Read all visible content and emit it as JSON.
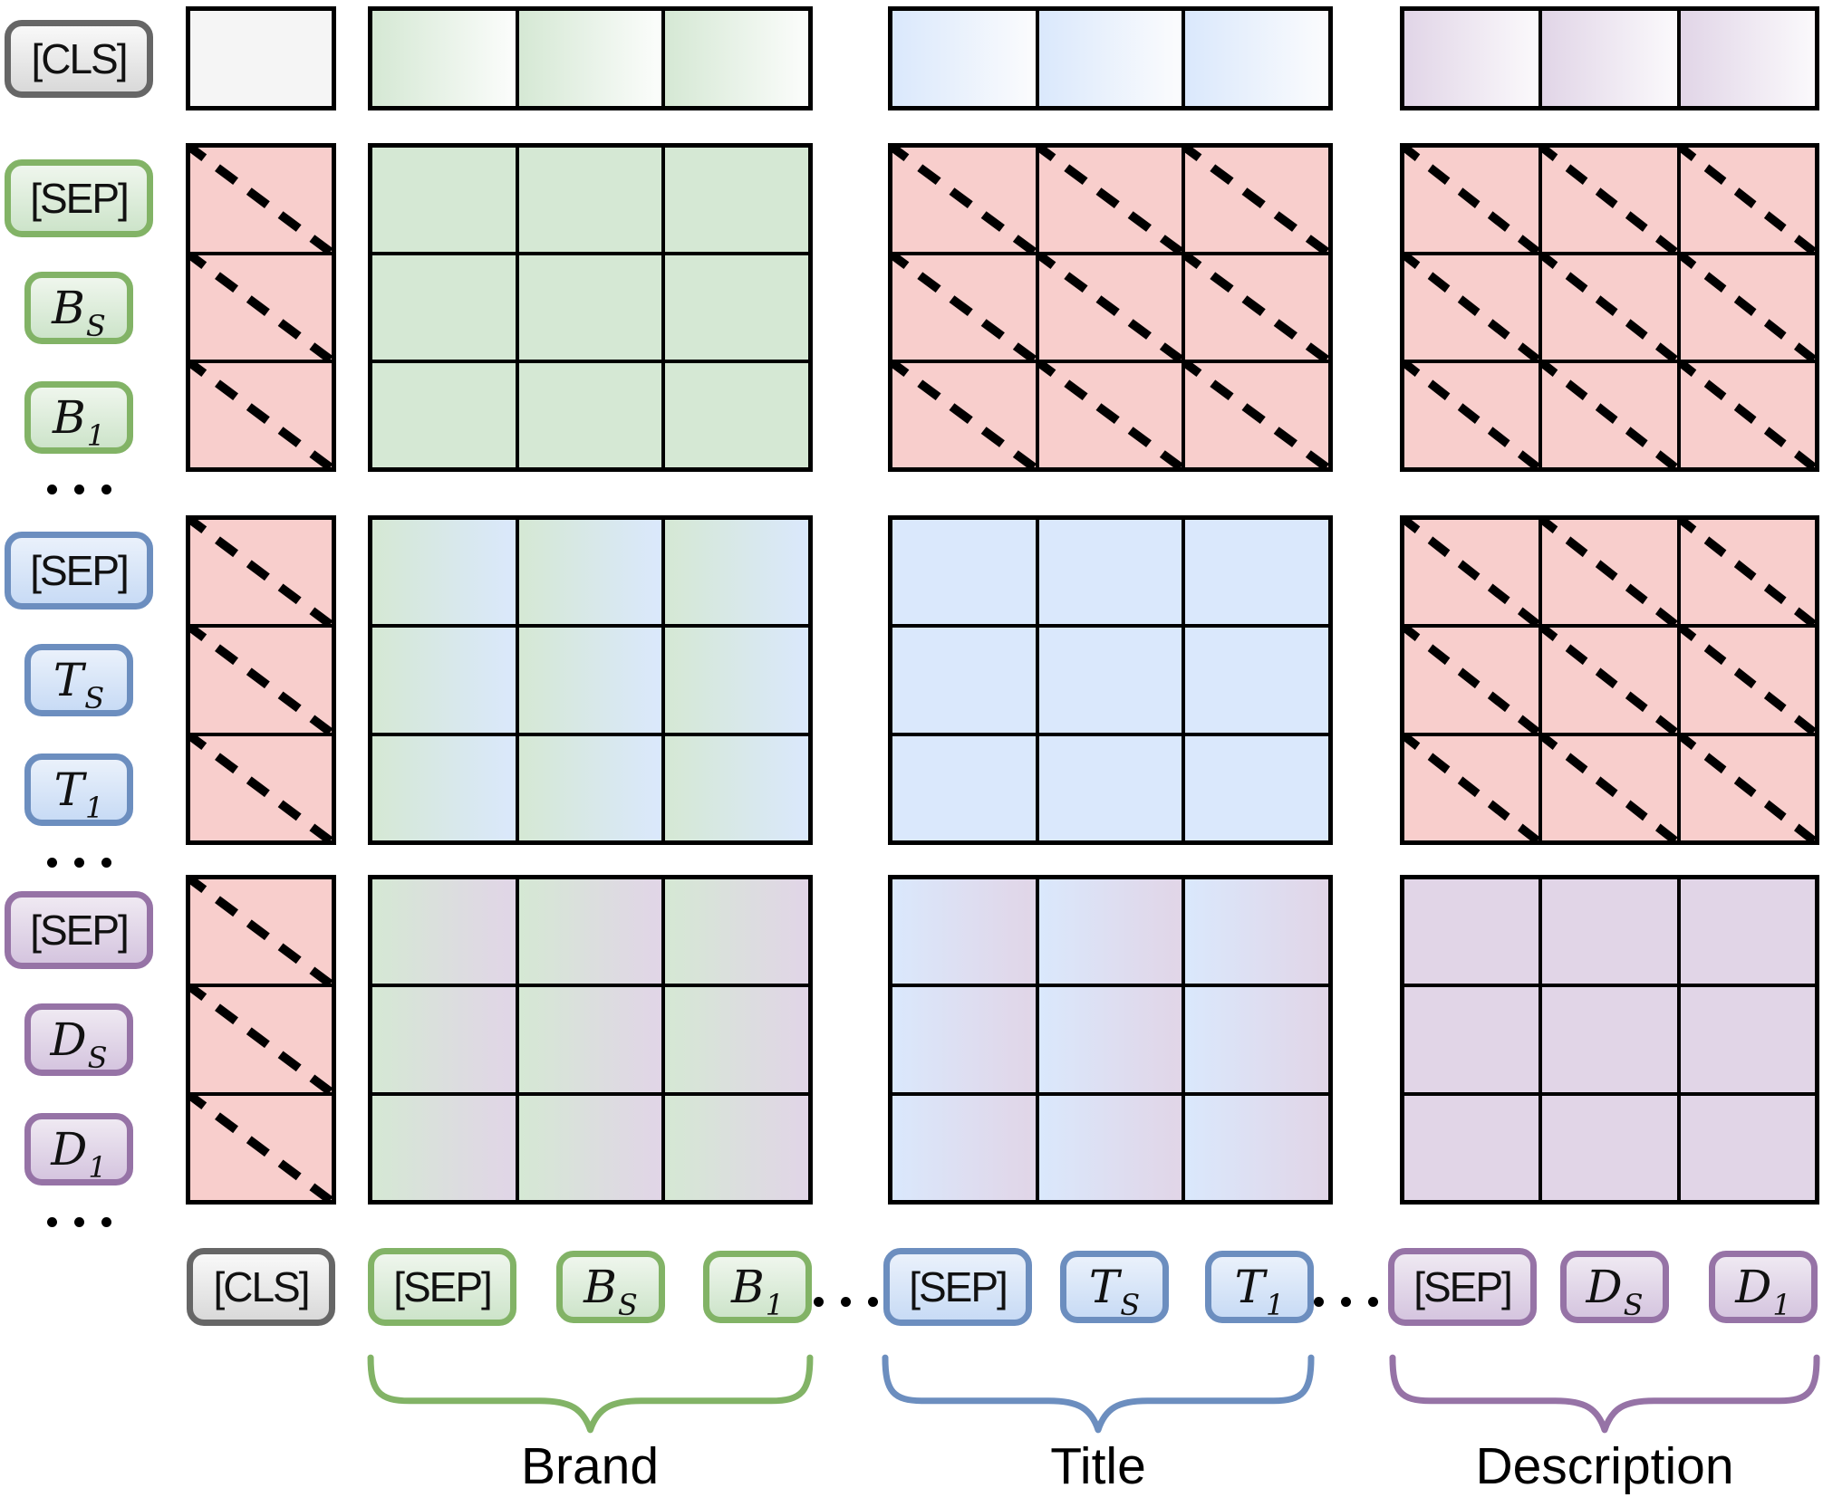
{
  "colors": {
    "black": "#000000",
    "masked_fill": "#f8cecc",
    "cls_cell_fill": "#f5f5f5",
    "brand_fill": "#d5e8d4",
    "title_fill": "#dae8fc",
    "description_fill": "#e1d5e7",
    "gray_border": "#666666",
    "brand_border": "#82b366",
    "title_border": "#6c8ebf",
    "description_border": "#9673a6"
  },
  "row_tokens": [
    {
      "group": "cls",
      "slot": 0,
      "label": "[CLS]",
      "style": "gray",
      "wide": true
    },
    {
      "group": "brand",
      "slot": 0,
      "label": "[SEP]",
      "style": "green",
      "wide": true
    },
    {
      "group": "brand",
      "slot": 1,
      "label": "B",
      "sub": "S",
      "style": "green",
      "math": true
    },
    {
      "group": "brand",
      "slot": 2,
      "label": "B",
      "sub": "1",
      "style": "green",
      "math": true
    },
    {
      "group": "title",
      "slot": 0,
      "label": "[SEP]",
      "style": "blue",
      "wide": true
    },
    {
      "group": "title",
      "slot": 1,
      "label": "T",
      "sub": "S",
      "style": "blue",
      "math": true
    },
    {
      "group": "title",
      "slot": 2,
      "label": "T",
      "sub": "1",
      "style": "blue",
      "math": true
    },
    {
      "group": "desc",
      "slot": 0,
      "label": "[SEP]",
      "style": "purple",
      "wide": true
    },
    {
      "group": "desc",
      "slot": 1,
      "label": "D",
      "sub": "S",
      "style": "purple",
      "math": true
    },
    {
      "group": "desc",
      "slot": 2,
      "label": "D",
      "sub": "1",
      "style": "purple",
      "math": true
    }
  ],
  "row_ellipsis_groups": [
    "brand",
    "title",
    "desc"
  ],
  "col_tokens": [
    {
      "label": "[CLS]",
      "style": "gray",
      "wide": true
    },
    {
      "label": "[SEP]",
      "style": "green",
      "wide": true
    },
    {
      "label": "B",
      "sub": "S",
      "style": "green",
      "math": true
    },
    {
      "label": "B",
      "sub": "1",
      "style": "green",
      "math": true
    },
    {
      "label": "[SEP]",
      "style": "blue",
      "wide": true
    },
    {
      "label": "T",
      "sub": "S",
      "style": "blue",
      "math": true
    },
    {
      "label": "T",
      "sub": "1",
      "style": "blue",
      "math": true
    },
    {
      "label": "[SEP]",
      "style": "purple",
      "wide": true
    },
    {
      "label": "D",
      "sub": "S",
      "style": "purple",
      "math": true
    },
    {
      "label": "D",
      "sub": "1",
      "style": "purple",
      "math": true
    }
  ],
  "grid": {
    "blocks": [
      {
        "row": "cls",
        "col": "cls",
        "fill": "white"
      },
      {
        "row": "cls",
        "col": "brand",
        "fill": "fade-green"
      },
      {
        "row": "cls",
        "col": "title",
        "fill": "fade-blue"
      },
      {
        "row": "cls",
        "col": "desc",
        "fill": "fade-purple"
      },
      {
        "row": "brand",
        "col": "cls",
        "fill": "masked"
      },
      {
        "row": "brand",
        "col": "brand",
        "fill": "green"
      },
      {
        "row": "brand",
        "col": "title",
        "fill": "masked"
      },
      {
        "row": "brand",
        "col": "desc",
        "fill": "masked"
      },
      {
        "row": "title",
        "col": "cls",
        "fill": "masked"
      },
      {
        "row": "title",
        "col": "brand",
        "fill": "green-blue"
      },
      {
        "row": "title",
        "col": "title",
        "fill": "blue"
      },
      {
        "row": "title",
        "col": "desc",
        "fill": "masked"
      },
      {
        "row": "desc",
        "col": "cls",
        "fill": "masked"
      },
      {
        "row": "desc",
        "col": "brand",
        "fill": "green-purple"
      },
      {
        "row": "desc",
        "col": "title",
        "fill": "blue-purple"
      },
      {
        "row": "desc",
        "col": "desc",
        "fill": "purple"
      }
    ]
  },
  "braces": [
    {
      "label": "Brand",
      "style": "green"
    },
    {
      "label": "Title",
      "style": "blue"
    },
    {
      "label": "Description",
      "style": "purple"
    }
  ]
}
